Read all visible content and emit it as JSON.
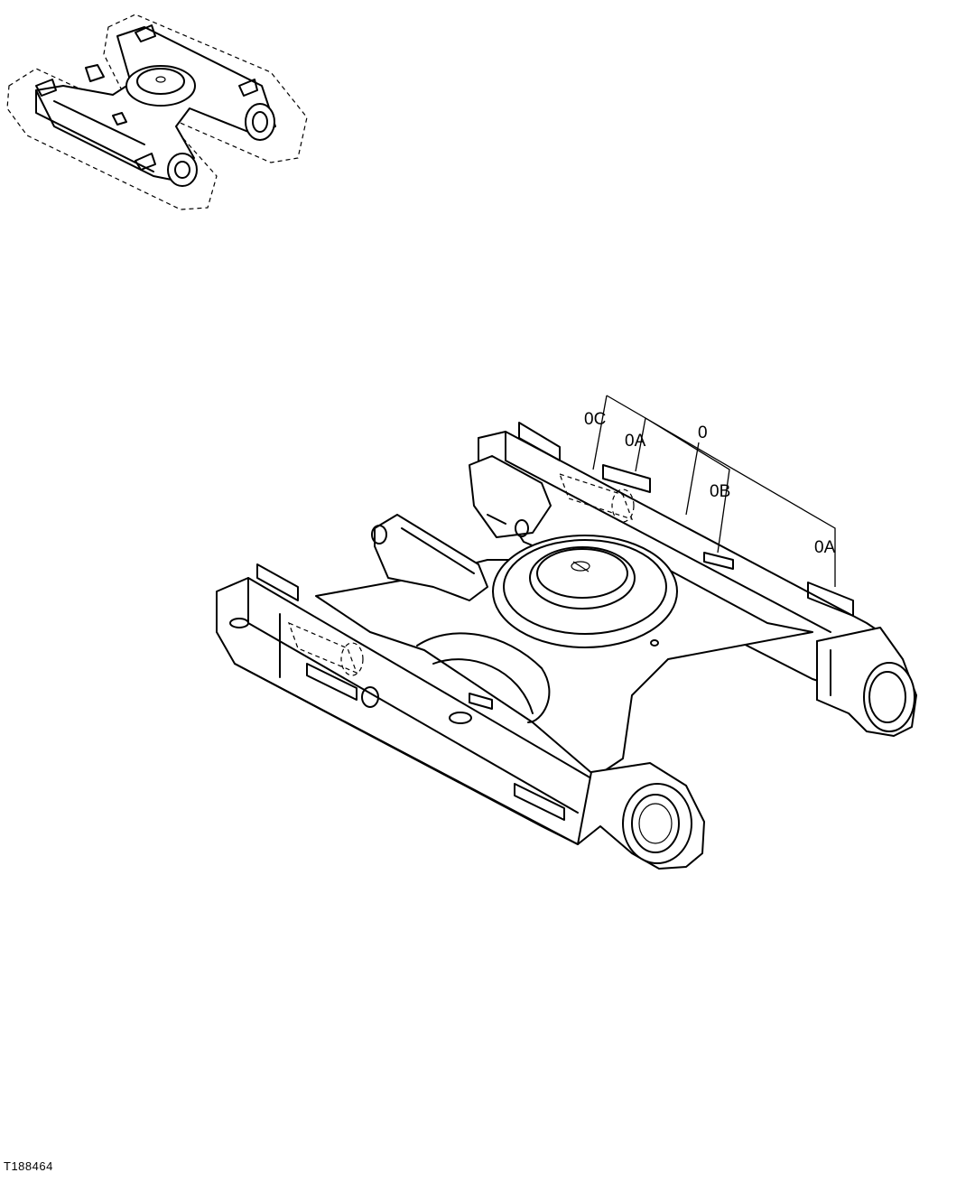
{
  "figure": {
    "figure_id": "T188464",
    "callouts": {
      "c0C": "0C",
      "c0A_upper": "0A",
      "c0": "0",
      "c0B": "0B",
      "c0A_lower": "0A"
    }
  }
}
